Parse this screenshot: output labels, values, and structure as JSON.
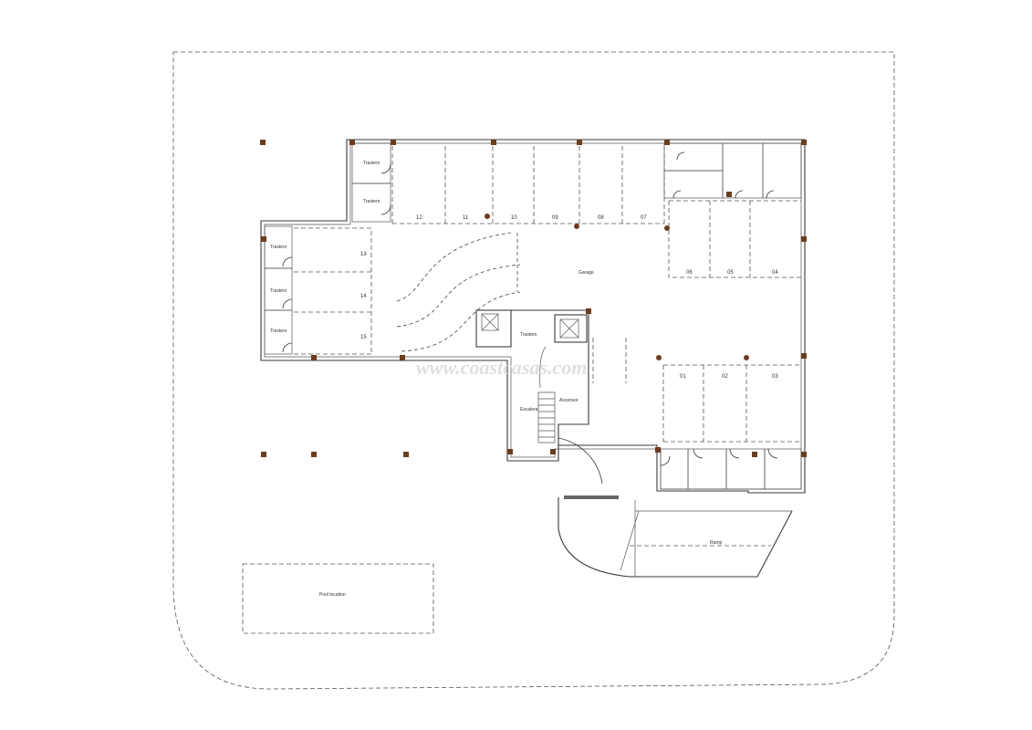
{
  "watermark": "www.coastcasas.com",
  "parking_spaces": {
    "top_row": [
      "12",
      "11",
      "10",
      "09",
      "08",
      "07"
    ],
    "left_column": [
      "13",
      "14",
      "15"
    ],
    "right_upper": [
      "06",
      "05",
      "04"
    ],
    "right_lower": [
      "01",
      "02",
      "03"
    ]
  },
  "labels": {
    "pool_area": "Pool location",
    "garage": "Garage",
    "street_ramp": "Ramp",
    "storage": "Trastero",
    "elevator_room": "Ascensor",
    "stairs": "Escalera"
  },
  "colors": {
    "column": "#6b3d1f",
    "watermark": "#d9d9d9"
  }
}
